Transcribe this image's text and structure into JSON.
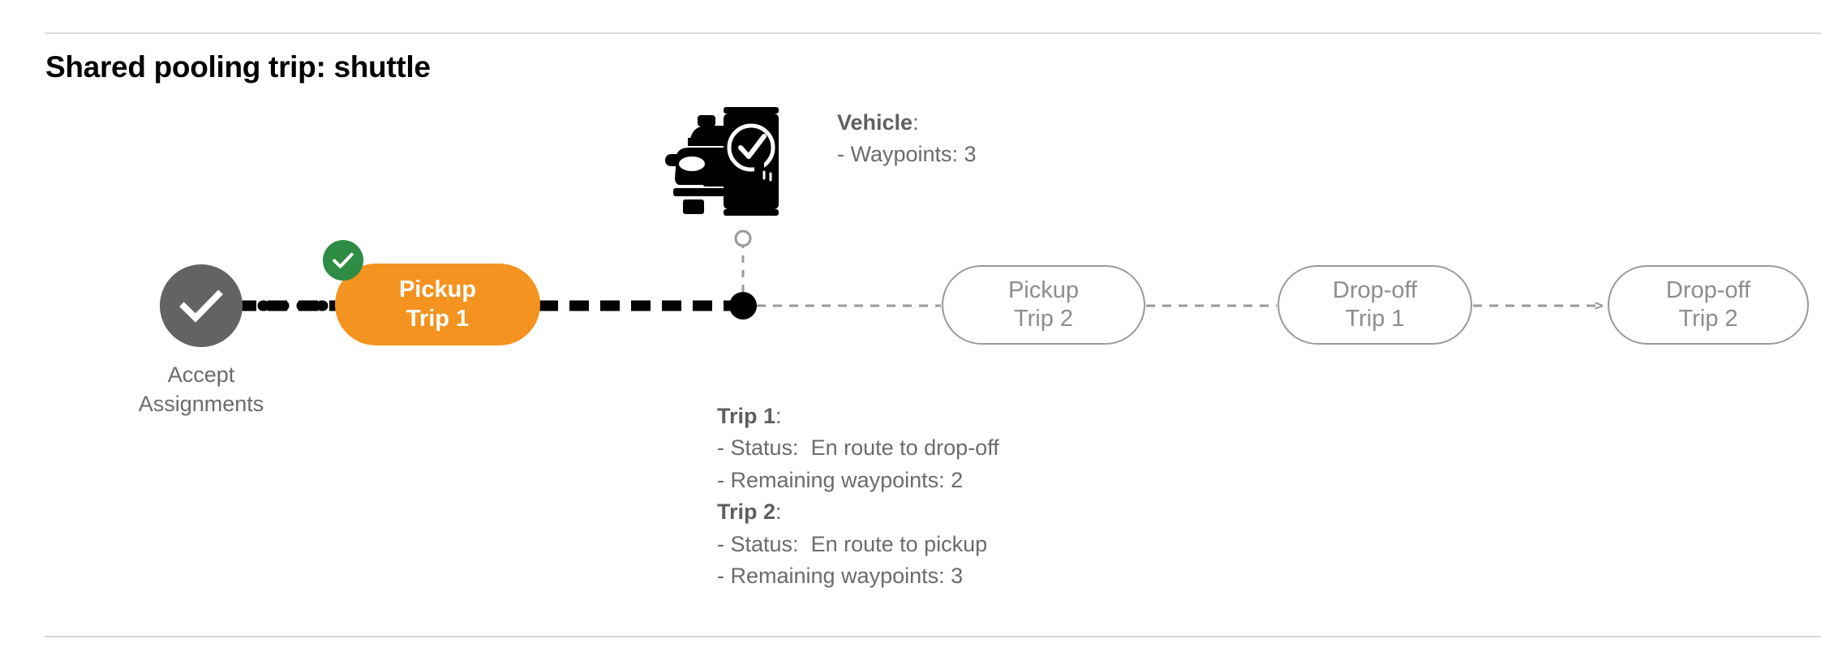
{
  "page": {
    "title": "Shared pooling trip: shuttle"
  },
  "colors": {
    "accent_orange": "#F4931F",
    "complete_green": "#2F8C45",
    "start_node_gray": "#636363",
    "future_node_gray": "#9A9A9A",
    "text_gray": "#6B6B6B",
    "rule_gray": "#D9D9D9",
    "active_edge_black": "#000000"
  },
  "flow": {
    "start_node": {
      "label": "Accept\nAssignments",
      "label_line1": "Accept",
      "label_line2": "Assignments",
      "icon": "check-icon",
      "state": "completed"
    },
    "steps": [
      {
        "id": "pickup-trip-1",
        "line1": "Pickup",
        "line2": "Trip 1",
        "state": "active",
        "badge": "check-icon"
      },
      {
        "id": "pickup-trip-2",
        "line1": "Pickup",
        "line2": "Trip 2",
        "state": "upcoming"
      },
      {
        "id": "drop-off-trip-1",
        "line1": "Drop-off",
        "line2": "Trip 1",
        "state": "upcoming"
      },
      {
        "id": "drop-off-trip-2",
        "line1": "Drop-off",
        "line2": "Trip 2",
        "state": "upcoming"
      }
    ],
    "current_position_marker": "vehicle-position-dot"
  },
  "vehicle": {
    "icon": "car-with-phone-check-icon",
    "heading": "Vehicle",
    "heading_colon": ":",
    "detail": "- Waypoints: 3"
  },
  "trips": [
    {
      "heading": "Trip 1",
      "heading_colon": ":",
      "status_label": "- Status:",
      "status_value": "En route to drop-off",
      "waypoints": "- Remaining waypoints: 2"
    },
    {
      "heading": "Trip 2",
      "heading_colon": ":",
      "status_label": "- Status:",
      "status_value": "En route to pickup",
      "waypoints": "- Remaining waypoints: 3"
    }
  ]
}
